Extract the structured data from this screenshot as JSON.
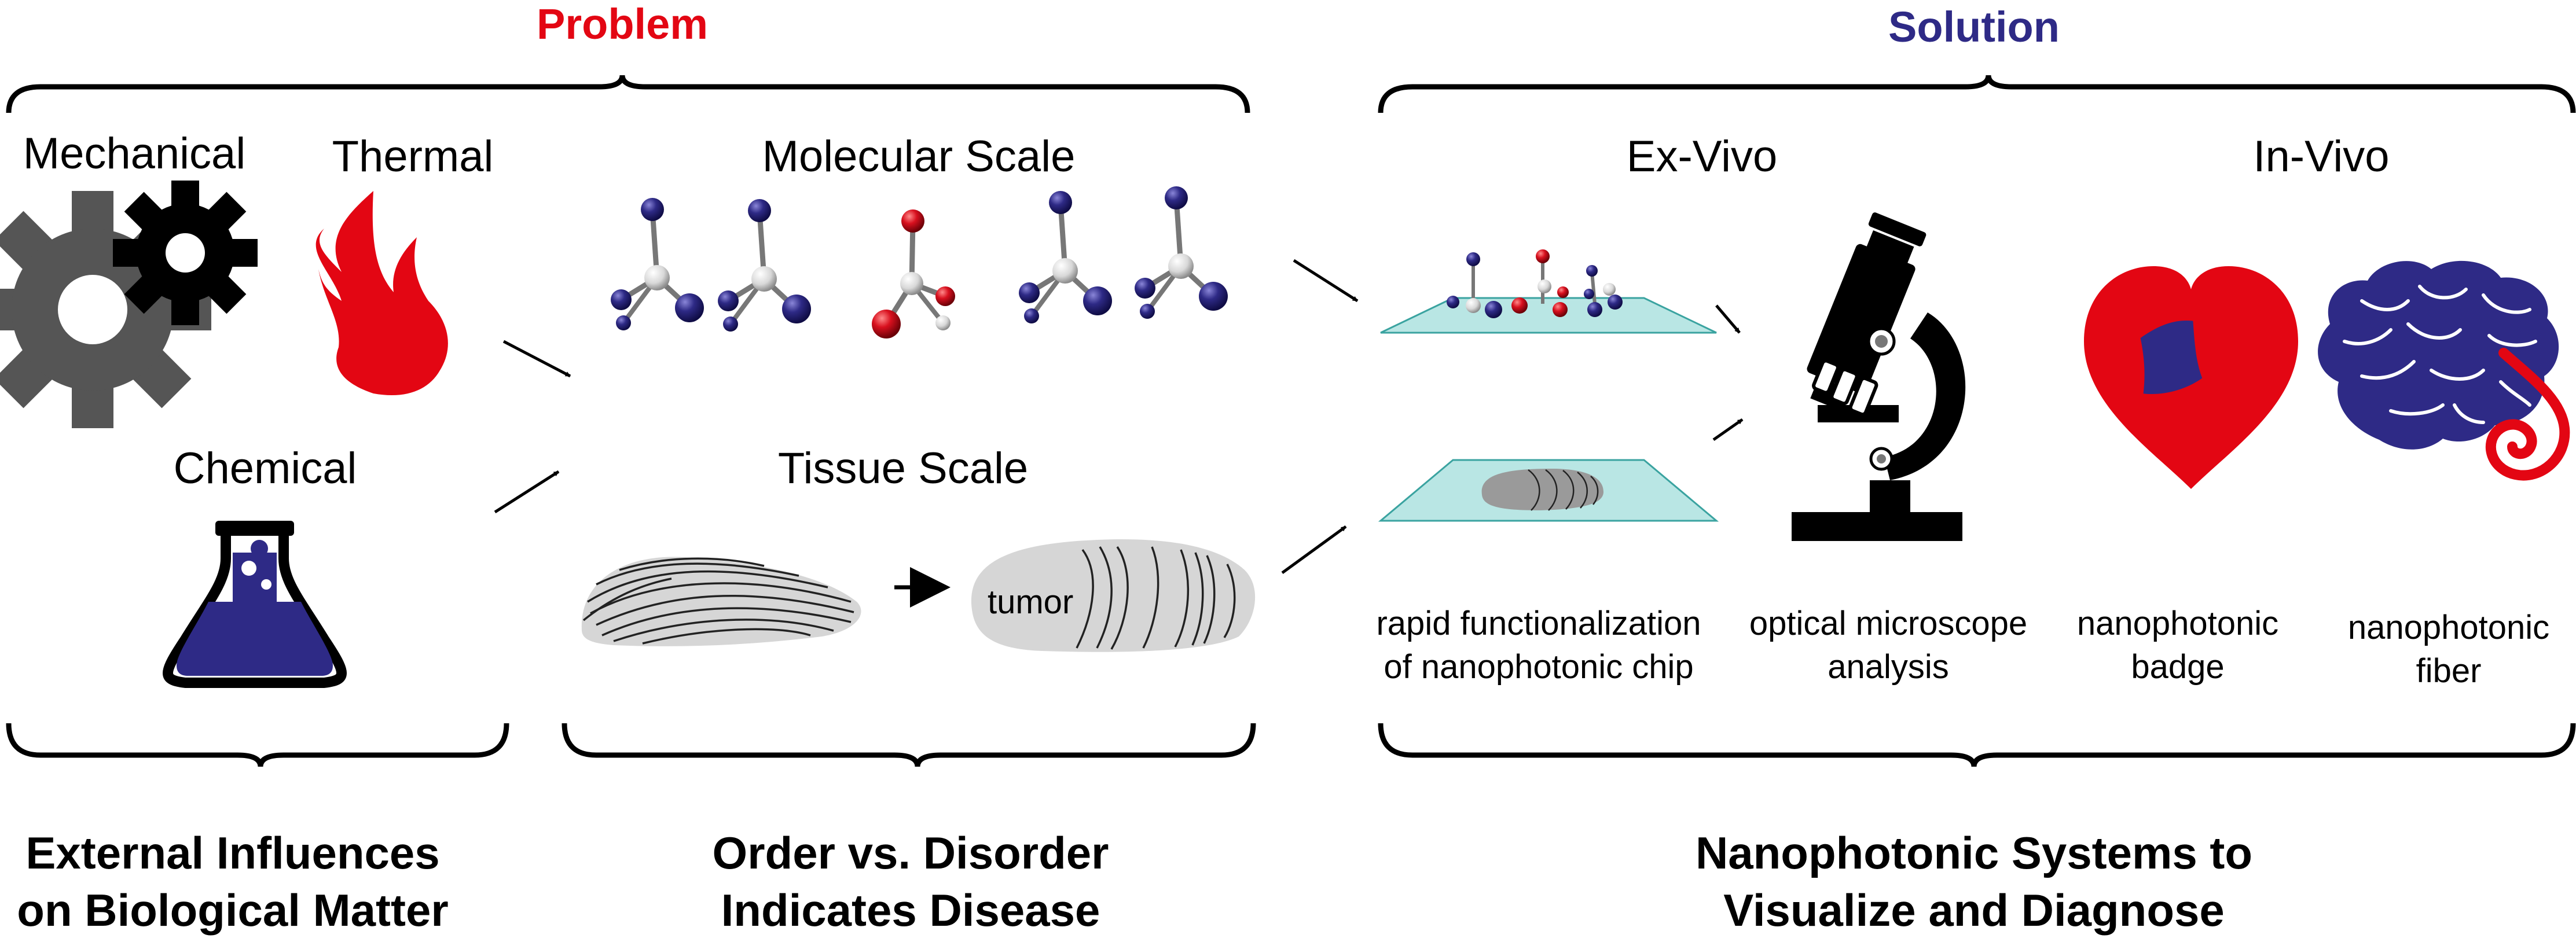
{
  "headers": {
    "problem": "Problem",
    "solution": "Solution"
  },
  "colors": {
    "problem": "#e30613",
    "solution": "#2e2a86",
    "ink": "#000000",
    "gear": "#555555",
    "flask": "#2e2a86",
    "heart": "#e30613",
    "brain": "#2e2a86",
    "slide": "#b9e6e4",
    "tissue": "#d6d6d6"
  },
  "labels": {
    "mechanical": "Mechanical",
    "thermal": "Thermal",
    "chemical": "Chemical",
    "molecular": "Molecular Scale",
    "tissue": "Tissue Scale",
    "tumor": "tumor",
    "exvivo": "Ex-Vivo",
    "invivo": "In-Vivo"
  },
  "captions": {
    "chip_l1": "rapid functionalization",
    "chip_l2": "of nanophotonic chip",
    "scope_l1": "optical microscope",
    "scope_l2": "analysis",
    "badge_l1": "nanophotonic",
    "badge_l2": "badge",
    "fiber_l1": "nanophotonic",
    "fiber_l2": "fiber"
  },
  "summaries": {
    "external_l1": "External Influences",
    "external_l2": "on Biological Matter",
    "order_l1": "Order vs. Disorder",
    "order_l2": "Indicates Disease",
    "systems_l1": "Nanophotonic Systems to",
    "systems_l2": "Visualize and Diagnose"
  },
  "icons": [
    "gear-icon",
    "flame-icon",
    "flask-icon",
    "molecule-icon",
    "tissue-icon",
    "tumor-tissue-icon",
    "chip-slide-icon",
    "microscope-icon",
    "heart-icon",
    "brain-icon"
  ]
}
